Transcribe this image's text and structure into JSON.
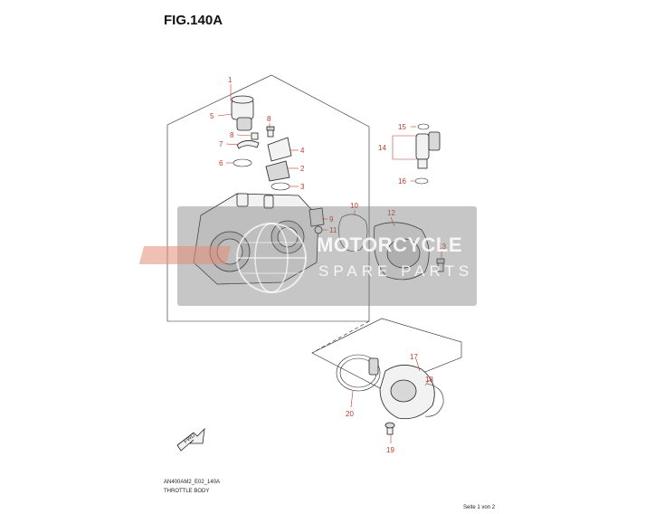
{
  "figure": {
    "title": "FIG.140A"
  },
  "callouts": [
    "1",
    "2",
    "3",
    "4",
    "5",
    "6",
    "7",
    "8",
    "8",
    "9",
    "10",
    "11",
    "12",
    "13",
    "14",
    "15",
    "16",
    "17",
    "18",
    "19",
    "20"
  ],
  "watermark": {
    "line1": "MOTORCYCLE",
    "line2": "SPARE PARTS"
  },
  "fwd_label": "FWD",
  "footer": {
    "code": "AN400AM2_E02_140A",
    "name": "THROTTLE BODY",
    "page": "Seite 1 von 2"
  },
  "colors": {
    "callout": "#c0392b",
    "line": "#222222",
    "watermark_band": "#808080"
  }
}
